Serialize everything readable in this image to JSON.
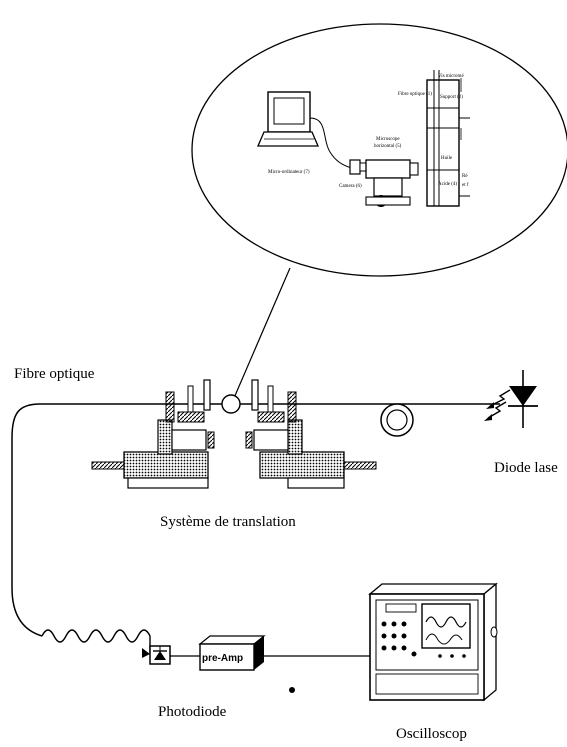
{
  "labels": {
    "fibre_optique": "Fibre optique",
    "diode_laser": "Diode lase",
    "systeme_translation": "Système de translation",
    "photodiode": "Photodiode",
    "oscilloscope": "Oscilloscop",
    "pre_amp": "pre-Amp"
  },
  "inset": {
    "micro_ordinateur": "Micro-ordinateur (7)",
    "camera": "Camera (6)",
    "microscope_line1": "Microscope",
    "microscope_line2": "horizontal (5)",
    "fibre_optique": "Fibre optique (1)",
    "vis_line": "Vis  micromé",
    "support": "Support (2)",
    "huile": "Huile",
    "acide": "Acide (4)",
    "rig_a": "Ré",
    "rig_b": "et f"
  },
  "colors": {
    "ink": "#000000",
    "paper": "#ffffff"
  }
}
